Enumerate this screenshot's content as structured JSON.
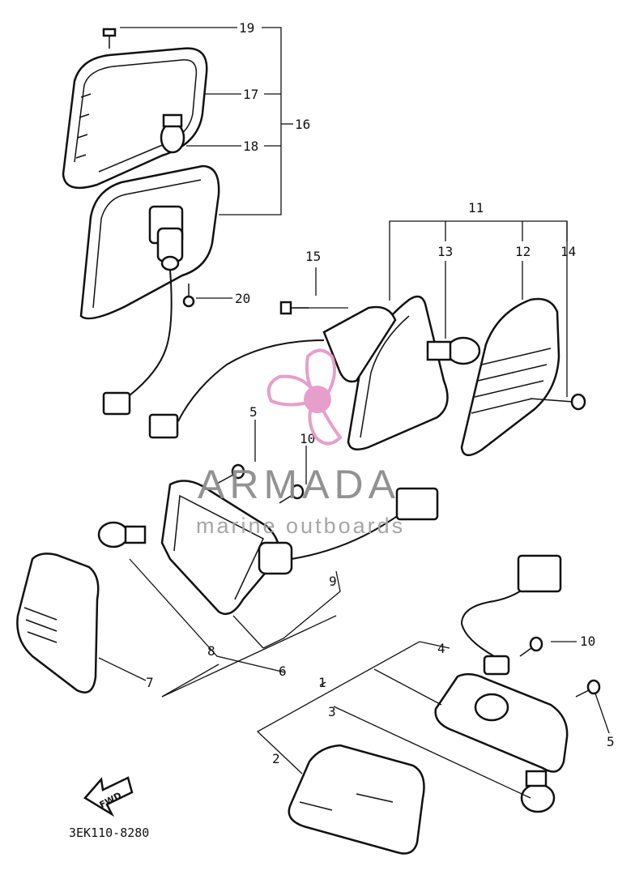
{
  "diagram": {
    "part_labels": {
      "p1": "1",
      "p2": "2",
      "p3": "3",
      "p4": "4",
      "p5a": "5",
      "p5b": "5",
      "p6": "6",
      "p7": "7",
      "p8": "8",
      "p9": "9",
      "p10a": "10",
      "p10b": "10",
      "p11": "11",
      "p12": "12",
      "p13": "13",
      "p14": "14",
      "p15": "15",
      "p16": "16",
      "p17": "17",
      "p18": "18",
      "p19": "19",
      "p20": "20"
    },
    "direction_marker": "FWD",
    "drawing_code": "3EK110-8280"
  },
  "watermark": {
    "brand": "ARMADA",
    "tagline": "marine outboards",
    "logo_color": "#e59ac8"
  }
}
